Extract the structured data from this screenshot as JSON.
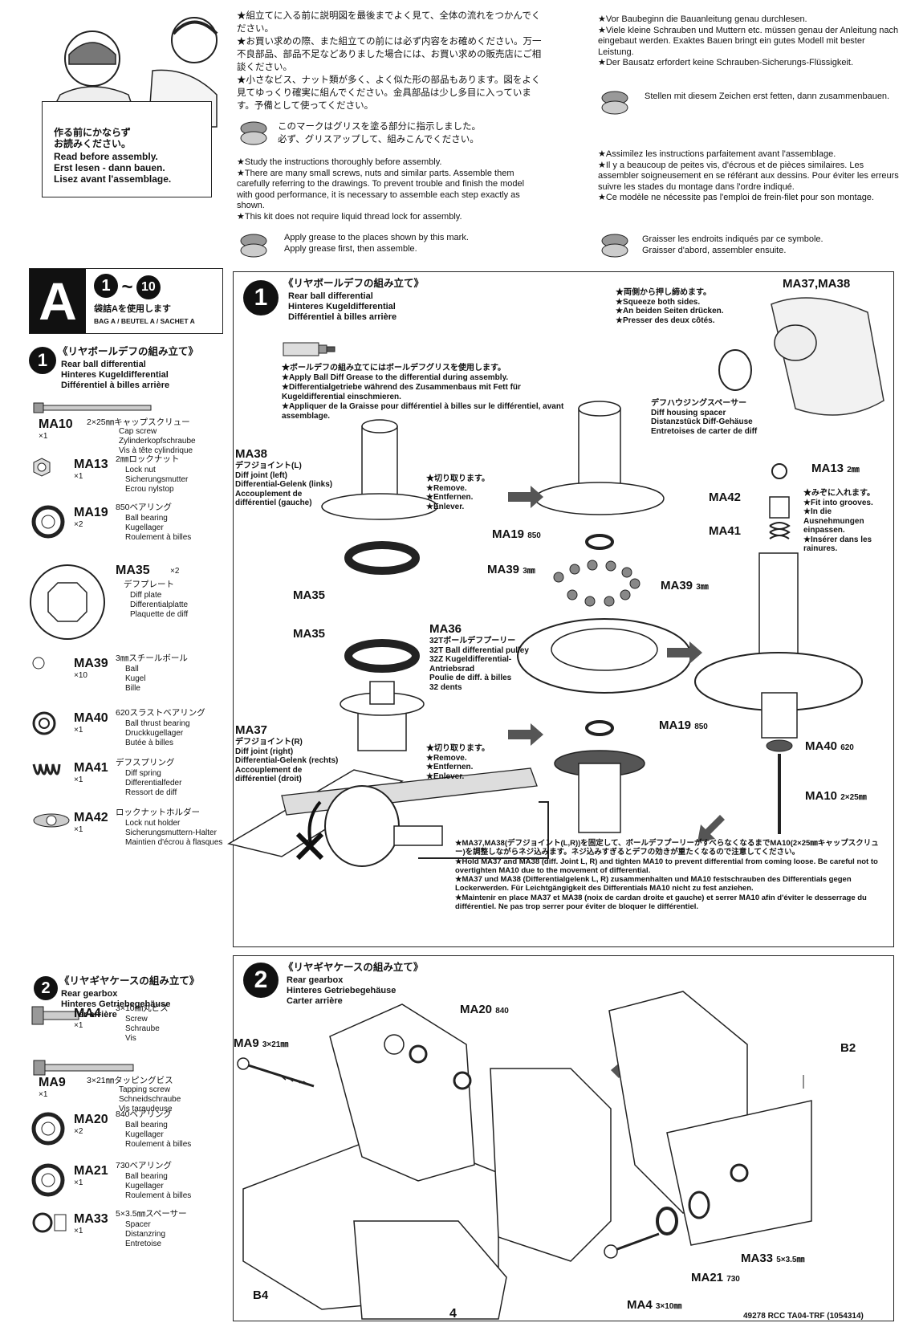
{
  "intro_card": {
    "jp": "作る前にかならず\nお読みください。",
    "en": "Read before assembly.",
    "de": "Erst lesen - dann bauen.",
    "fr": "Lisez avant l'assemblage."
  },
  "notes_jp": {
    "p1": "★組立てに入る前に説明図を最後までよく見て、全体の流れをつかんでください。",
    "p2": "★お買い求めの際、また組立ての前には必ず内容をお確めください。万一不良部品、部品不足などありました場合には、お買い求めの販売店にご相談ください。",
    "p3": "★小さなビス、ナット類が多く、よく似た形の部品もあります。図をよく見てゆっくり確実に組んでください。金具部品は少し多目に入っています。予備として使ってください。",
    "grease": "このマークはグリスを塗る部分に指示しました。\n必ず、グリスアップして、組みこんでください。"
  },
  "notes_en": {
    "p1": "★Study the instructions thoroughly before assembly.",
    "p2": "★There are many small screws, nuts and similar parts. Assemble them carefully referring to the drawings. To prevent trouble and finish the model with good performance, it is necessary to assemble each step exactly as shown.",
    "p3": "★This kit does not require liquid thread lock for assembly.",
    "grease": "Apply grease to the places shown by this mark.\nApply grease first, then assemble."
  },
  "notes_de": {
    "p1": "★Vor Baubeginn die Bauanleitung genau durchlesen.",
    "p2": "★Viele kleine Schrauben und Muttern etc. müssen genau der Anleitung nach eingebaut werden. Exaktes Bauen bringt ein gutes Modell mit bester Leistung.",
    "p3": "★Der Bausatz erfordert keine Schrauben-Sicherungs-Flüssigkeit.",
    "grease": "Stellen mit diesem Zeichen erst fetten, dann zusammenbauen."
  },
  "notes_fr": {
    "p1": "★Assimilez les instructions parfaitement avant l'assemblage.",
    "p2": "★Il y a beaucoup de peites vis, d'écrous et de pièces similaires. Les assembler soigneusement en se référant aux dessins. Pour éviter les erreurs suivre les stades du montage dans l'ordre indiqué.",
    "p3": "★Ce modèle ne nécessite pas l'emploi de frein-filet pour son montage.",
    "grease": "Graisser les endroits indiqués par ce symbole.\nGraisser d'abord, assembler ensuite."
  },
  "bag": {
    "letter": "A",
    "step_from": "1",
    "step_to": "10",
    "jp": "袋詰Aを使用します",
    "multi": "BAG A / BEUTEL A / SACHET A"
  },
  "section1_side": {
    "num": "1",
    "jp": "《リヤボールデフの組み立て》",
    "en": "Rear ball differential",
    "de": "Hinteres Kugeldifferential",
    "fr": "Différentiel à billes arrière"
  },
  "parts1": [
    {
      "code": "MA10",
      "qty": "×1",
      "jp": "2×25㎜キャップスクリュー",
      "desc": "Cap screw\nZylinderkopfschraube\nVis à tête cylindrique"
    },
    {
      "code": "MA13",
      "qty": "×1",
      "jp": "2㎜ロックナット",
      "desc": "Lock nut\nSicherungsmutter\nEcrou nylstop"
    },
    {
      "code": "MA19",
      "qty": "×2",
      "jp": "850ベアリング",
      "desc": "Ball bearing\nKugellager\nRoulement à billes"
    },
    {
      "code": "MA35",
      "qty": "×2",
      "jp": "デフプレート",
      "desc": "Diff plate\nDifferentialplatte\nPlaquette de diff"
    },
    {
      "code": "MA39",
      "qty": "×10",
      "jp": "3㎜スチールボール",
      "desc": "Ball\nKugel\nBille"
    },
    {
      "code": "MA40",
      "qty": "×1",
      "jp": "620スラストベアリング",
      "desc": "Ball thrust bearing\nDruckkugellager\nButée à billes"
    },
    {
      "code": "MA41",
      "qty": "×1",
      "jp": "デフスプリング",
      "desc": "Diff spring\nDifferentialfeder\nRessort de diff"
    },
    {
      "code": "MA42",
      "qty": "×1",
      "jp": "ロックナットホルダー",
      "desc": "Lock nut holder\nSicherungsmuttern-Halter\nMaintien d'écrou à flasques"
    }
  ],
  "section2_side": {
    "num": "2",
    "jp": "《リヤギヤケースの組み立て》",
    "en": "Rear gearbox",
    "de": "Hinteres Getriebegehäuse",
    "fr": "Carter arrière"
  },
  "parts2": [
    {
      "code": "MA4",
      "qty": "×1",
      "jp": "3×10㎜丸ビス",
      "desc": "Screw\nSchraube\nVis"
    },
    {
      "code": "MA9",
      "qty": "×1",
      "jp": "3×21㎜タッピングビス",
      "desc": "Tapping screw\nSchneidschraube\nVis taraudeuse"
    },
    {
      "code": "MA20",
      "qty": "×2",
      "jp": "840ベアリング",
      "desc": "Ball bearing\nKugellager\nRoulement à billes"
    },
    {
      "code": "MA21",
      "qty": "×1",
      "jp": "730ベアリング",
      "desc": "Ball bearing\nKugellager\nRoulement à billes"
    },
    {
      "code": "MA33",
      "qty": "×1",
      "jp": "5×3.5㎜スペーサー",
      "desc": "Spacer\nDistanzring\nEntretoise"
    }
  ],
  "step1": {
    "num": "1",
    "jp": "《リヤボールデフの組み立て》",
    "en": "Rear ball differential",
    "de": "Hinteres Kugeldifferential",
    "fr": "Différentiel à billes arrière",
    "grease_jp": "★ボールデフの組み立てにはボールデフグリスを使用します。",
    "grease_en": "★Apply Ball Diff Grease to the differential during assembly.",
    "grease_de": "★Differentialgetriebe während des Zusammenbaus mit Fett für Kugeldifferential einschmieren.",
    "grease_fr": "★Appliquer de la Graisse pour différentiel à billes sur le différentiel, avant assemblage.",
    "squeeze": "★両側から押し締めます。\n★Squeeze both sides.\n★An beiden Seiten drücken.\n★Presser des deux côtés.",
    "spacer": "デフハウジングスペーサー\nDiff housing spacer\nDistanzstück Diff-Gehäuse\nEntretoises de carter de diff",
    "ma37_38": "MA37,MA38",
    "ma38": "MA38",
    "ma38_desc": "デフジョイント(L)\nDiff joint (left)\nDifferential-Gelenk (links)\nAccouplement de\ndifférentiel (gauche)",
    "remove": "★切り取ります。\n★Remove.\n★Entfernen.\n★Enlever.",
    "ma13": "MA13",
    "ma13_size": "2㎜",
    "ma42": "MA42",
    "ma41": "MA41",
    "grooves": "★みぞに入れます。\n★Fit into grooves.\n★In die Ausnehmungen einpassen.\n★Insérer dans les rainures.",
    "ma19_top": "MA19",
    "ma19_top_size": "850",
    "ma39_left": "MA39",
    "ma39_left_size": "3㎜",
    "ma39_right": "MA39",
    "ma39_right_size": "3㎜",
    "ma35_a": "MA35",
    "ma35_b": "MA35",
    "ma36": "MA36",
    "ma36_desc": "32Tボールデフプーリー\n32T Ball differential pulley\n32Z Kugeldifferential-\nAntriebsrad\nPoulie de diff. à billes\n32 dents",
    "ma19_bot": "MA19",
    "ma19_bot_size": "850",
    "ma37": "MA37",
    "ma37_desc": "デフジョイント(R)\nDiff joint (right)\nDifferential-Gelenk (rechts)\nAccouplement de\ndifférentiel (droit)",
    "remove2": "★切り取ります。\n★Remove.\n★Entfernen.\n★Enlever.",
    "ma40": "MA40",
    "ma40_size": "620",
    "ma10": "MA10",
    "ma10_size": "2×25㎜",
    "tighten": "★MA37,MA38(デフジョイント(L,R))を固定して、ボールデフプーリーがすべらなくなるまでMA10(2×25㎜キャップスクリュー)を調整しながらネジ込みます。ネジ込みすぎるとデフの効きが重たくなるので注意してください。\n★Hold MA37 and MA38 (diff. Joint L, R) and tighten MA10 to prevent differential from coming loose. Be careful not to overtighten MA10 due to the movement of differential.\n★MA37 und MA38 (Differentialgelenk L, R) zusammenhalten und MA10 festschrauben des Differentials gegen Lockerwerden. Für Leichtgängigkeit des Differentials MA10 nicht zu fest anziehen.\n★Maintenir en place MA37 et MA38 (noix de cardan droite et gauche) et serrer MA10 afin d'éviter le desserrage du différentiel. Ne pas trop serrer pour éviter de bloquer le différentiel."
  },
  "step2": {
    "num": "2",
    "jp": "《リヤギヤケースの組み立て》",
    "en": "Rear gearbox",
    "de": "Hinteres Getriebegehäuse",
    "fr": "Carter arrière",
    "ma20": "MA20",
    "ma20_size": "840",
    "ma9": "MA9",
    "ma9_size": "3×21㎜",
    "b2": "B2",
    "b4": "B4",
    "ma33": "MA33",
    "ma33_size": "5×3.5㎜",
    "ma21": "MA21",
    "ma21_size": "730",
    "ma4": "MA4",
    "ma4_size": "3×10㎜"
  },
  "footer": {
    "page": "4",
    "code": "49278 RCC TA04-TRF (1054314)"
  }
}
